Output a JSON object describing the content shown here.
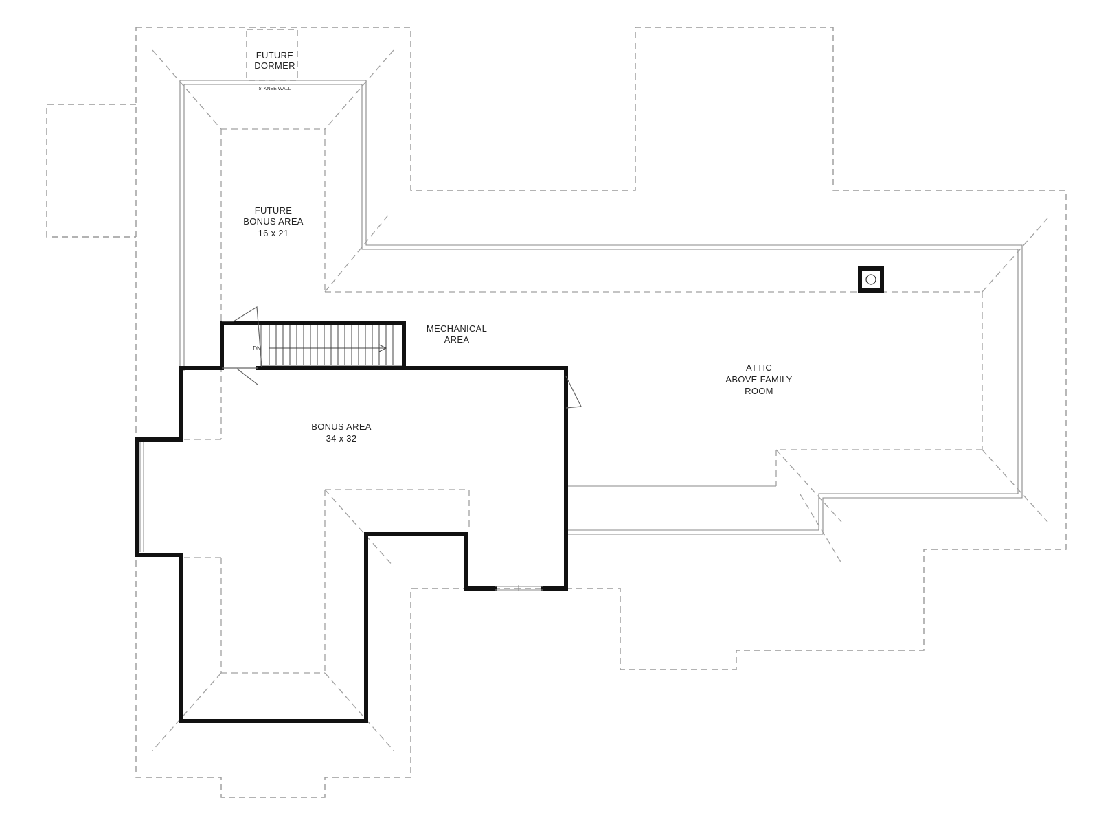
{
  "labels": {
    "future_dormer": [
      "FUTURE",
      "DORMER"
    ],
    "knee_wall": "5' KNEE WALL",
    "future_bonus_area": [
      "FUTURE",
      "BONUS AREA",
      "16 x 21"
    ],
    "mechanical_area": [
      "MECHANICAL",
      "AREA"
    ],
    "stair_direction": "DN",
    "bonus_area": [
      "BONUS AREA",
      "34 x 32"
    ],
    "attic": [
      "ATTIC",
      "ABOVE FAMILY",
      "ROOM"
    ]
  }
}
